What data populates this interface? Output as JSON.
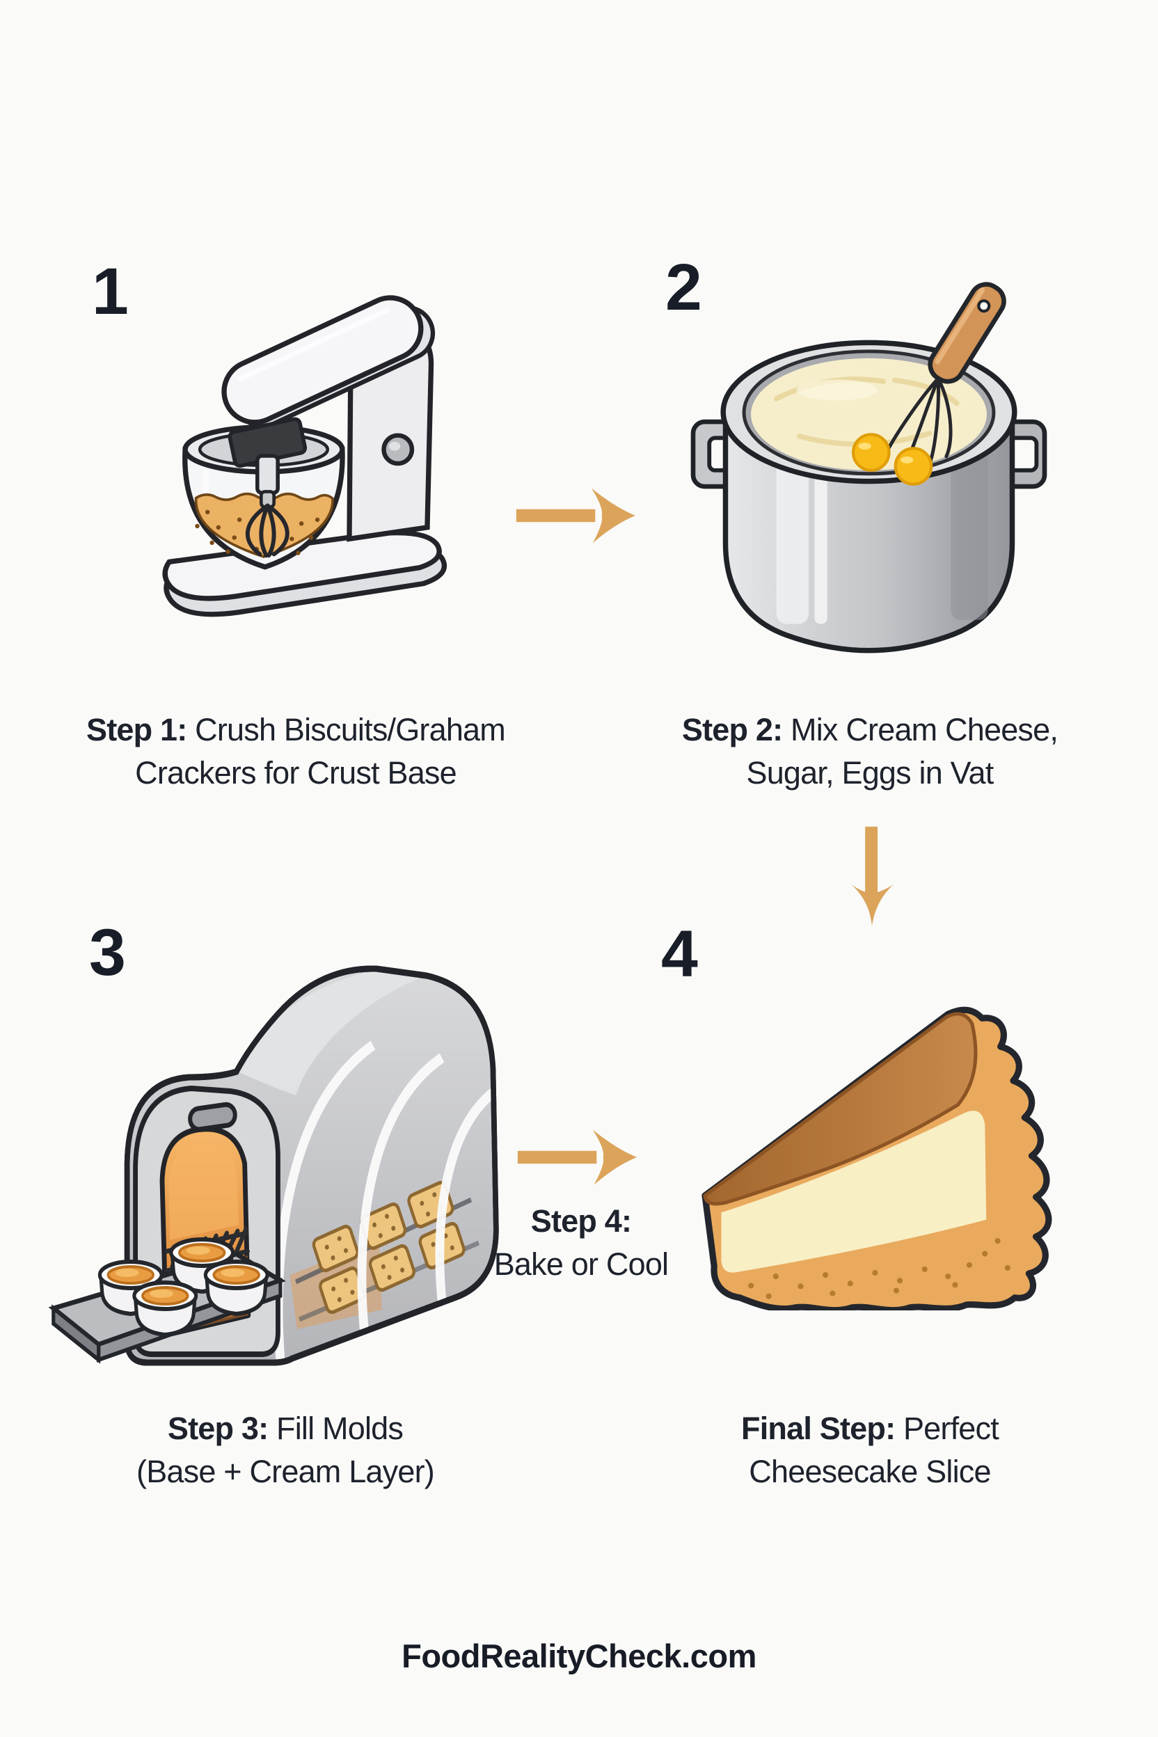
{
  "page": {
    "title": "Cheesecake process infographic",
    "background": "#fafaf8"
  },
  "palette": {
    "text_dark": "#1d222c",
    "number_dark": "#181d27",
    "arrow_tan": "#dba45a",
    "crust_tan": "#e9aa5e",
    "cream": "#f8efc5",
    "metal_gray": "#c9cacd",
    "heat_orange": "#e8943e",
    "yolk_gold": "#f7ba16"
  },
  "steps": [
    {
      "number": "1",
      "icon": "stand-mixer-icon",
      "caption": {
        "lead": "Step 1:",
        "line1_rest": " Crush Biscuits/Graham",
        "line2": "Crackers for Crust Base"
      }
    },
    {
      "number": "2",
      "icon": "mixing-vat-icon",
      "caption": {
        "lead": "Step 2:",
        "line1_rest": " Mix Cream Cheese,",
        "line2": "Sugar, Eggs in Vat"
      }
    },
    {
      "number": "3",
      "icon": "tunnel-oven-icon",
      "caption": {
        "lead": "Step 3:",
        "line1_rest": " Fill Molds",
        "line2": "(Base + Cream Layer)"
      }
    },
    {
      "number": "4",
      "icon": "cheesecake-slice-icon",
      "label": {
        "lead": "Step 4:",
        "line2": "Bake or Cool"
      },
      "caption": {
        "lead": "Final Step:",
        "line1_rest": " Perfect",
        "line2": "Cheesecake Slice"
      }
    }
  ],
  "connectors": {
    "color": "#dba45a",
    "step1_to_step2": {
      "icon": "arrow-right-icon",
      "direction": "right"
    },
    "step2_to_step4": {
      "icon": "arrow-down-icon",
      "direction": "down"
    },
    "step3_to_step4": {
      "icon": "arrow-right-icon",
      "direction": "right"
    }
  },
  "footer": {
    "brand": "FoodRealityCheck.com"
  }
}
